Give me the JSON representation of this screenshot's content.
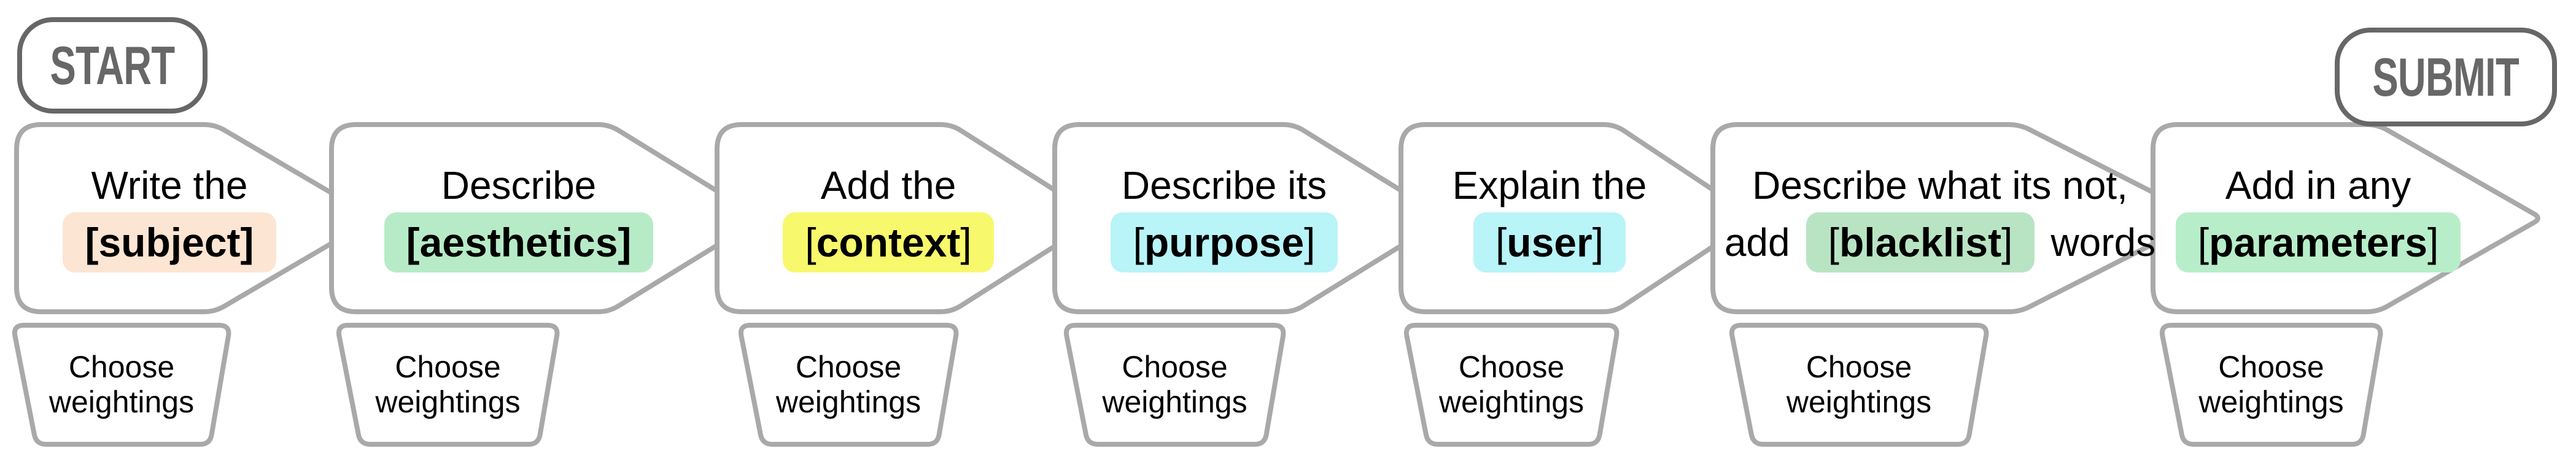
{
  "start": {
    "label": "START"
  },
  "submit": {
    "label": "SUBMIT"
  },
  "weightings": {
    "line1": "Choose",
    "line2": "weightings"
  },
  "colors": {
    "background": "#ffffff",
    "text": "#000000",
    "shape_outline": "#a9a9a9",
    "terminal_outline": "#676767",
    "terminal_text": "#676767"
  },
  "steps": [
    {
      "line1": "Write the",
      "pre": "",
      "bracket_open": "[",
      "word": "subject",
      "bracket_close": "]",
      "post": "",
      "highlight": "#fde5d3",
      "bold_brackets": true
    },
    {
      "line1": "Describe",
      "pre": "",
      "bracket_open": "[",
      "word": "aesthetics",
      "bracket_close": "]",
      "post": "",
      "highlight": "#b7ebc7",
      "bold_brackets": true
    },
    {
      "line1": "Add the",
      "pre": "",
      "bracket_open": "[",
      "word": "context",
      "bracket_close": "]",
      "post": "",
      "highlight": "#f8f86d",
      "bold_brackets": false
    },
    {
      "line1": "Describe its",
      "pre": "",
      "bracket_open": "[",
      "word": "purpose",
      "bracket_close": "]",
      "post": "",
      "highlight": "#b9f4f9",
      "bold_brackets": false
    },
    {
      "line1": "Explain the",
      "pre": "",
      "bracket_open": "[",
      "word": "user",
      "bracket_close": "]",
      "post": "",
      "highlight": "#b9f4f9",
      "bold_brackets": false
    },
    {
      "line1": "Describe what its not,",
      "pre": "add",
      "bracket_open": "[",
      "word": "blacklist",
      "bracket_close": "]",
      "post": "words",
      "highlight": "#b9e4c4",
      "bold_brackets": false
    },
    {
      "line1": "Add in any",
      "pre": "",
      "bracket_open": "[",
      "word": "parameters",
      "bracket_close": "]",
      "post": "",
      "highlight": "#b7eec9",
      "bold_brackets": false
    }
  ]
}
